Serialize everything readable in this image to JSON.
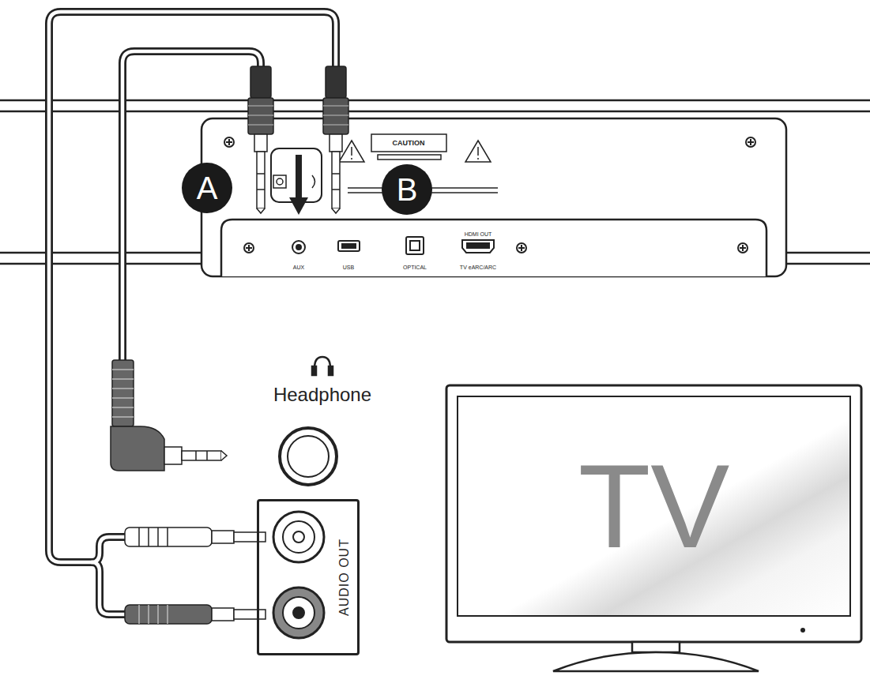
{
  "diagram": {
    "nodes": [
      {
        "text": [
          "A"
        ]
      },
      {
        "text": [
          "B"
        ]
      },
      {
        "text": [
          "AUDIO OUT"
        ]
      },
      {
        "text": [
          "TV"
        ]
      }
    ],
    "labels": [
      "Headphone",
      "CAUTION",
      "AUX",
      "USB",
      "OPTICAL",
      "HDMI OUT",
      "TV eARC/ARC"
    ]
  }
}
